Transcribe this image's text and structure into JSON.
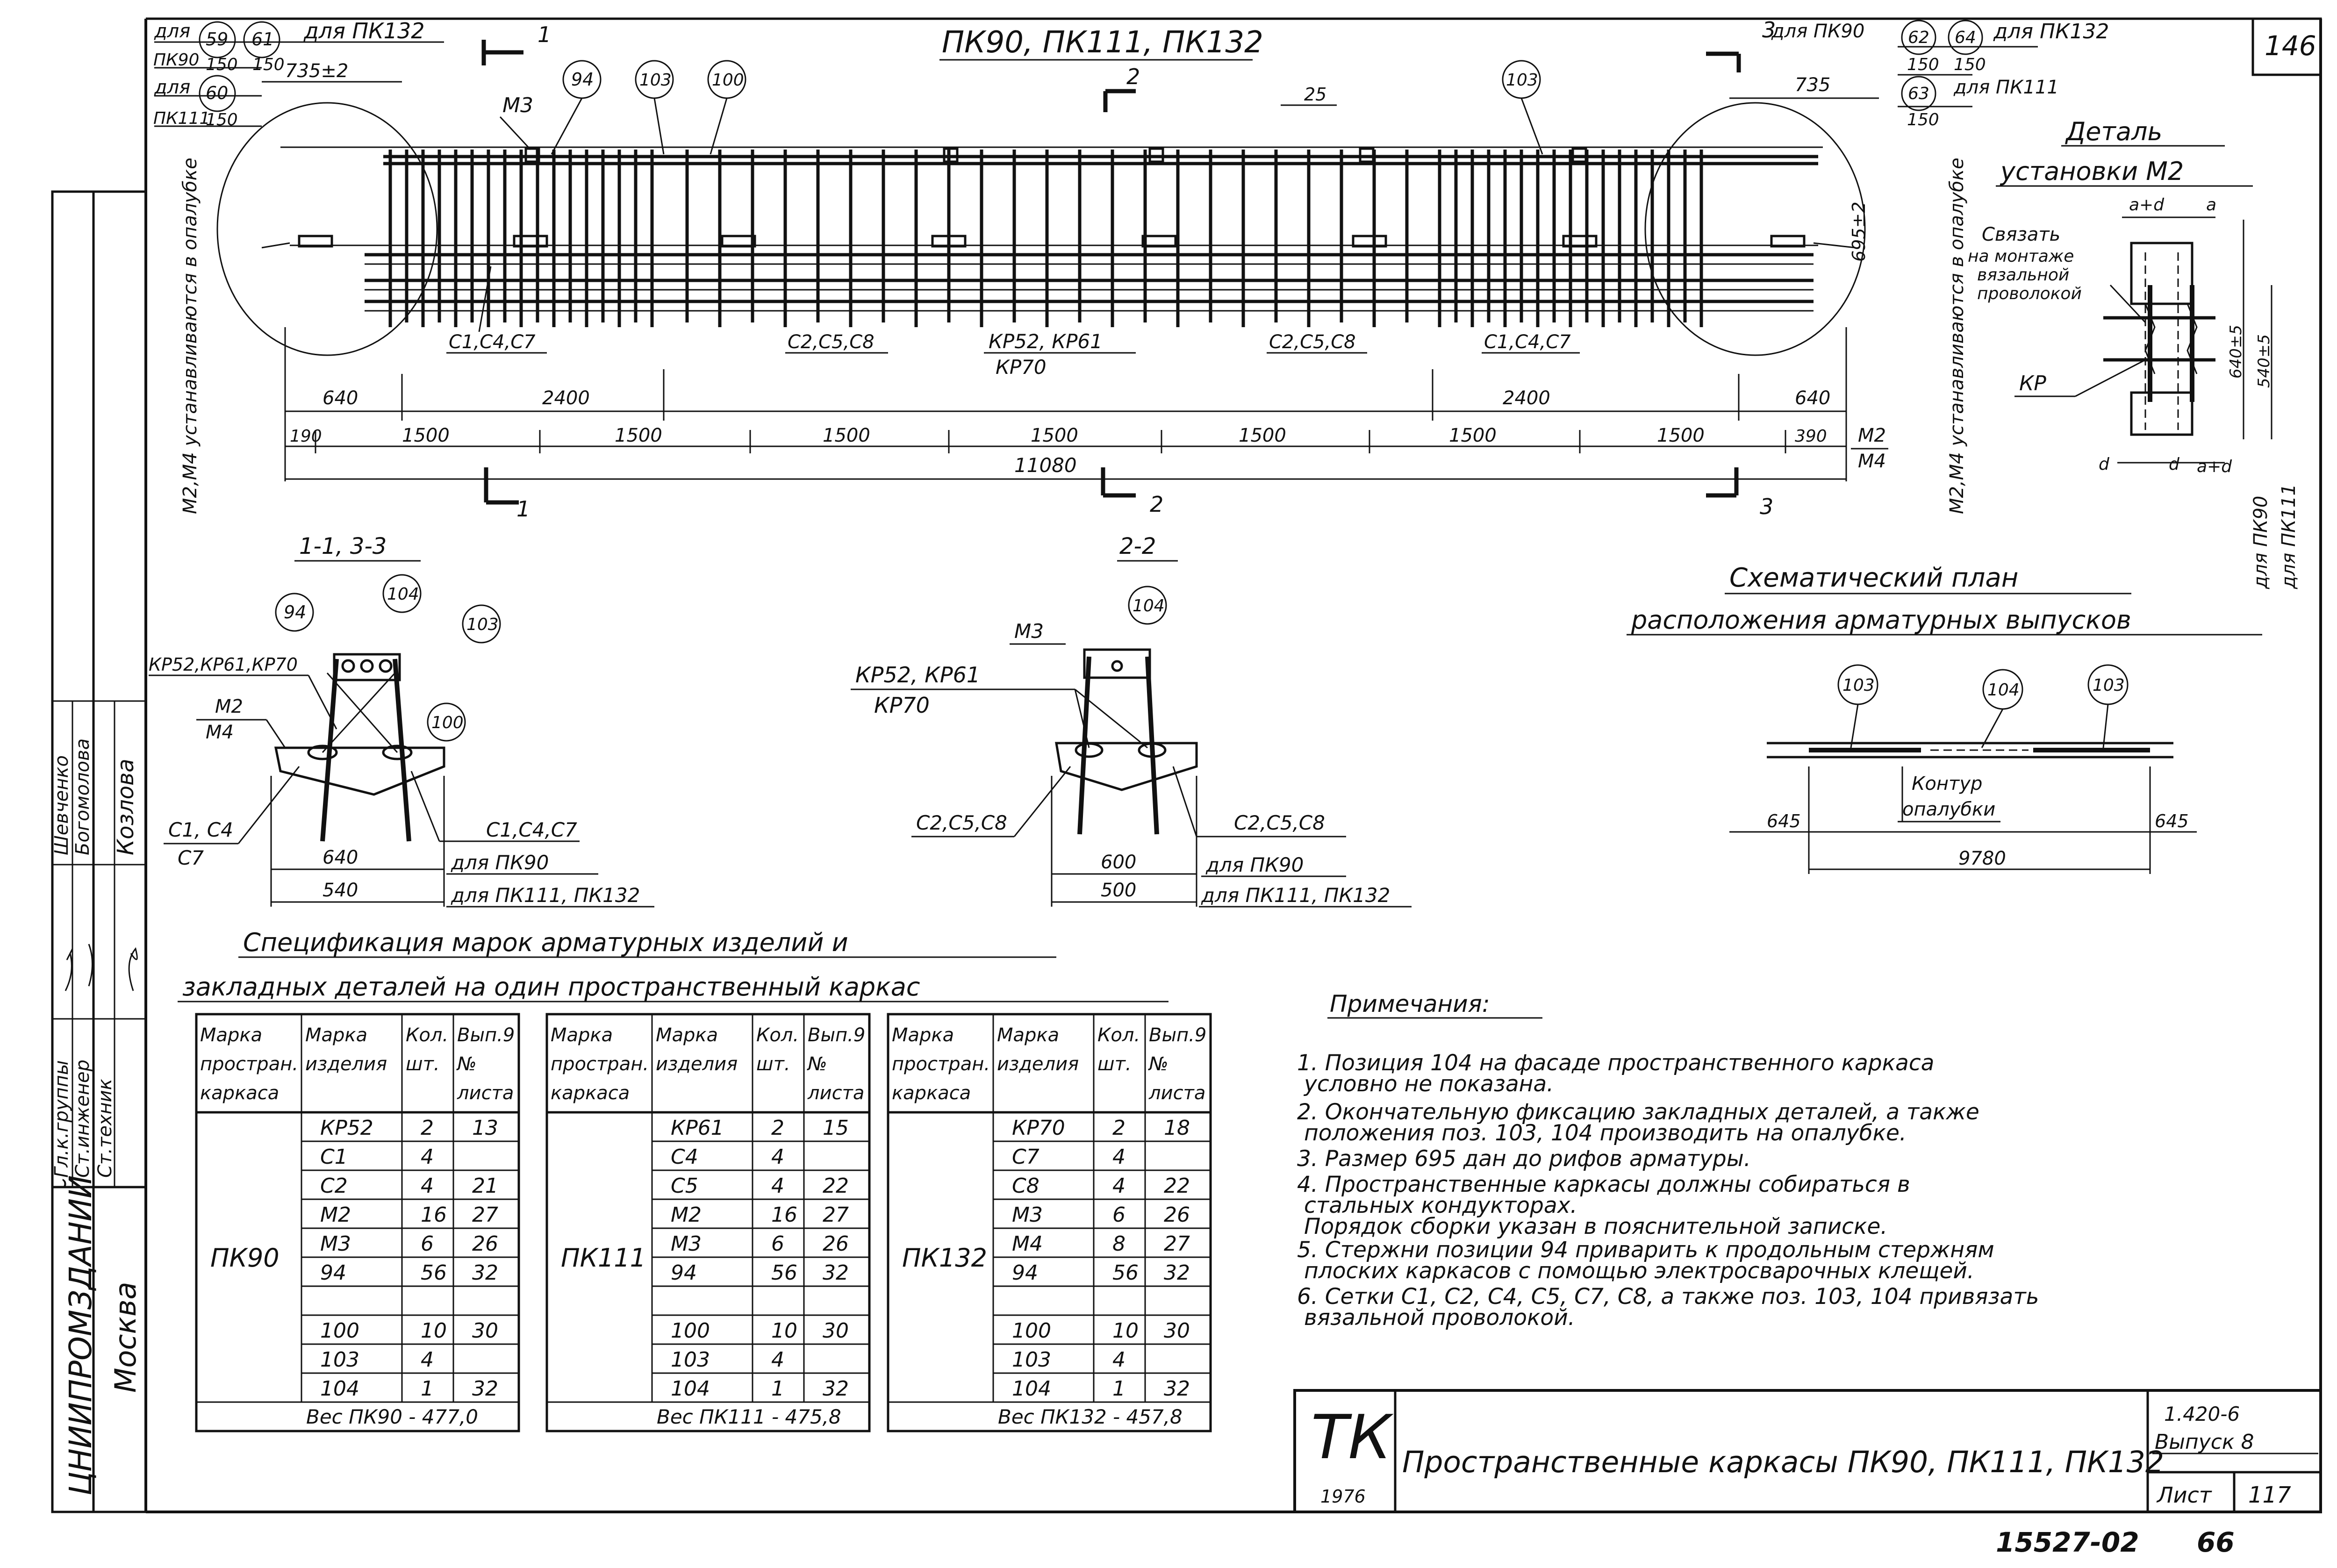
{
  "sheet_corner": "146",
  "main_title": "ПК90, ПК111, ПК132",
  "top_left_notes": {
    "for_pk132": "для ПК132",
    "for1": "для",
    "for2": "для",
    "pk90_150": "ПК90",
    "pk111_150": "ПК111",
    "n59": "59",
    "n61": "61",
    "n60": "60",
    "v150a": "150",
    "v150b": "150",
    "v150c": "150",
    "d735": "735±2"
  },
  "top_right_notes": {
    "three": "3",
    "for_pk90": "для ПК90",
    "for_pk132": "для ПК132",
    "for_pk111": "для ПК111",
    "n62": "62",
    "n64": "64",
    "n63": "63",
    "v150a": "150",
    "v150b": "150",
    "v150c": "150",
    "d735": "735",
    "d695": "695±2"
  },
  "elevation": {
    "m3": "М3",
    "p94": "94",
    "p103a": "103",
    "p100": "100",
    "p103b": "103",
    "d25": "25",
    "sec1": "1",
    "sec2": "2",
    "c147_left": "С1,С4,С7",
    "c258_left": "С2,С5,С8",
    "kr": "КР52, КР61",
    "kr70": "КР70",
    "c258_right": "С2,С5,С8",
    "c147_right": "С1,С4,С7",
    "left_vertical": "М2,М4 устанавливаются в опалубке",
    "right_vertical": "М2,М4 устанавливаются в опалубке",
    "dims_top": [
      "640",
      "2400",
      "2400",
      "640"
    ],
    "dims_mid": [
      "190",
      "1500",
      "1500",
      "1500",
      "1500",
      "1500",
      "1500",
      "1500",
      "390"
    ],
    "m2": "М2",
    "m4": "М4",
    "d11080": "11080",
    "cut1b": "1",
    "cut2b": "2",
    "cut3b": "3"
  },
  "detail_m2": {
    "title1": "Деталь",
    "title2": "установки М2",
    "tie": [
      "Связать",
      "на монтаже",
      "вязальной",
      "проволокой"
    ],
    "a_d": "a+d",
    "a": "a",
    "kr": "КР",
    "d640": "640±5",
    "d540": "540±5",
    "for_pk90": "для ПК90",
    "for_pk111": "для ПК111",
    "d_label": "d",
    "a_d2": "a+d"
  },
  "section11": {
    "title": "1-1, 3-3",
    "p94": "94",
    "p104": "104",
    "p103": "103",
    "p100": "100",
    "kr": "КР52,КР61,КР70",
    "m2": "М2",
    "m4": "М4",
    "c14": "С1, С4",
    "c7": "С7",
    "c147": "С1,С4,С7",
    "d640": "640",
    "d540": "540",
    "for_pk90": "для ПК90",
    "for_pk111": "для ПК111, ПК132"
  },
  "section22": {
    "title": "2-2",
    "p104": "104",
    "m3": "М3",
    "kr": "КР52, КР61",
    "kr70": "КР70",
    "c258_left": "С2,С5,С8",
    "c258_right": "С2,С5,С8",
    "d600": "600",
    "d500": "500",
    "for_pk90": "для ПК90",
    "for_pk111": "для ПК111, ПК132"
  },
  "plan": {
    "title1": "Схематический план",
    "title2": "расположения арматурных выпусков",
    "p103a": "103",
    "p104": "104",
    "p103b": "103",
    "contour1": "Контур",
    "contour2": "опалубки",
    "d645a": "645",
    "d645b": "645",
    "d9780": "9780"
  },
  "spec": {
    "title1": "Спецификация марок арматурных изделий и",
    "title2": "закладных деталей на один пространственный каркас",
    "headers": [
      "Марка простран. каркаса",
      "Марка изделия",
      "Кол. шт.",
      "Вып.9 № листа"
    ],
    "groups": [
      {
        "frame": "ПК90",
        "rows": [
          [
            "КР52",
            "2",
            "13"
          ],
          [
            "С1",
            "4",
            ""
          ],
          [
            "С2",
            "4",
            "21"
          ],
          [
            "М2",
            "16",
            "27"
          ],
          [
            "М3",
            "6",
            "26"
          ],
          [
            "94",
            "56",
            "32"
          ],
          [
            "",
            "",
            ""
          ],
          [
            "100",
            "10",
            "30"
          ],
          [
            "103",
            "4",
            ""
          ],
          [
            "104",
            "1",
            "32"
          ]
        ],
        "weight": "Вес ПК90 - 477,0"
      },
      {
        "frame": "ПК111",
        "rows": [
          [
            "КР61",
            "2",
            "15"
          ],
          [
            "С4",
            "4",
            ""
          ],
          [
            "С5",
            "4",
            "22"
          ],
          [
            "М2",
            "16",
            "27"
          ],
          [
            "М3",
            "6",
            "26"
          ],
          [
            "94",
            "56",
            "32"
          ],
          [
            "",
            "",
            ""
          ],
          [
            "100",
            "10",
            "30"
          ],
          [
            "103",
            "4",
            ""
          ],
          [
            "104",
            "1",
            "32"
          ]
        ],
        "weight": "Вес ПК111 - 475,8"
      },
      {
        "frame": "ПК132",
        "rows": [
          [
            "КР70",
            "2",
            "18"
          ],
          [
            "С7",
            "4",
            ""
          ],
          [
            "С8",
            "4",
            "22"
          ],
          [
            "М3",
            "6",
            "26"
          ],
          [
            "М4",
            "8",
            "27"
          ],
          [
            "94",
            "56",
            "32"
          ],
          [
            "",
            "",
            ""
          ],
          [
            "100",
            "10",
            "30"
          ],
          [
            "103",
            "4",
            ""
          ],
          [
            "104",
            "1",
            "32"
          ]
        ],
        "weight": "Вес ПК132 - 457,8"
      }
    ]
  },
  "notes": {
    "title": "Примечания:",
    "lines": [
      "1. Позиция 104 на фасаде пространственного каркаса",
      "    условно не показана.",
      "2. Окончательную фиксацию закладных деталей, а также",
      "    положения поз. 103, 104 производить на опалубке.",
      "3. Размер 695 дан до рифов арматуры.",
      "4. Пространственные каркасы должны собираться в",
      "    стальных кондукторах.",
      "    Порядок сборки указан в пояснительной записке.",
      "5. Стержни позиции 94 приварить к продольным стержням",
      "    плоских каркасов с помощью электросварочных клещей.",
      "6. Сетки С1, С2, С4, С5, С7, С8, а также поз. 103, 104 привязать",
      "    вязальной проволокой."
    ]
  },
  "stamp": {
    "tk": "ТК",
    "year": "1976",
    "title": "Пространственные каркасы ПК90, ПК111, ПК132",
    "series": "1.420-6",
    "issue": "Выпуск 8",
    "sheet_label": "Лист",
    "sheet_no": "117"
  },
  "side_block": {
    "org": "ЦНИИПРОМЗДАНИЙ",
    "city": "Москва",
    "roles": [
      "Гл.к.группы",
      "Ст.инженер",
      "Ст.техник"
    ],
    "names": [
      "Шевченко",
      "Богомолова",
      "Козлова"
    ]
  },
  "bottom": {
    "code": "15527-02",
    "page": "66"
  }
}
